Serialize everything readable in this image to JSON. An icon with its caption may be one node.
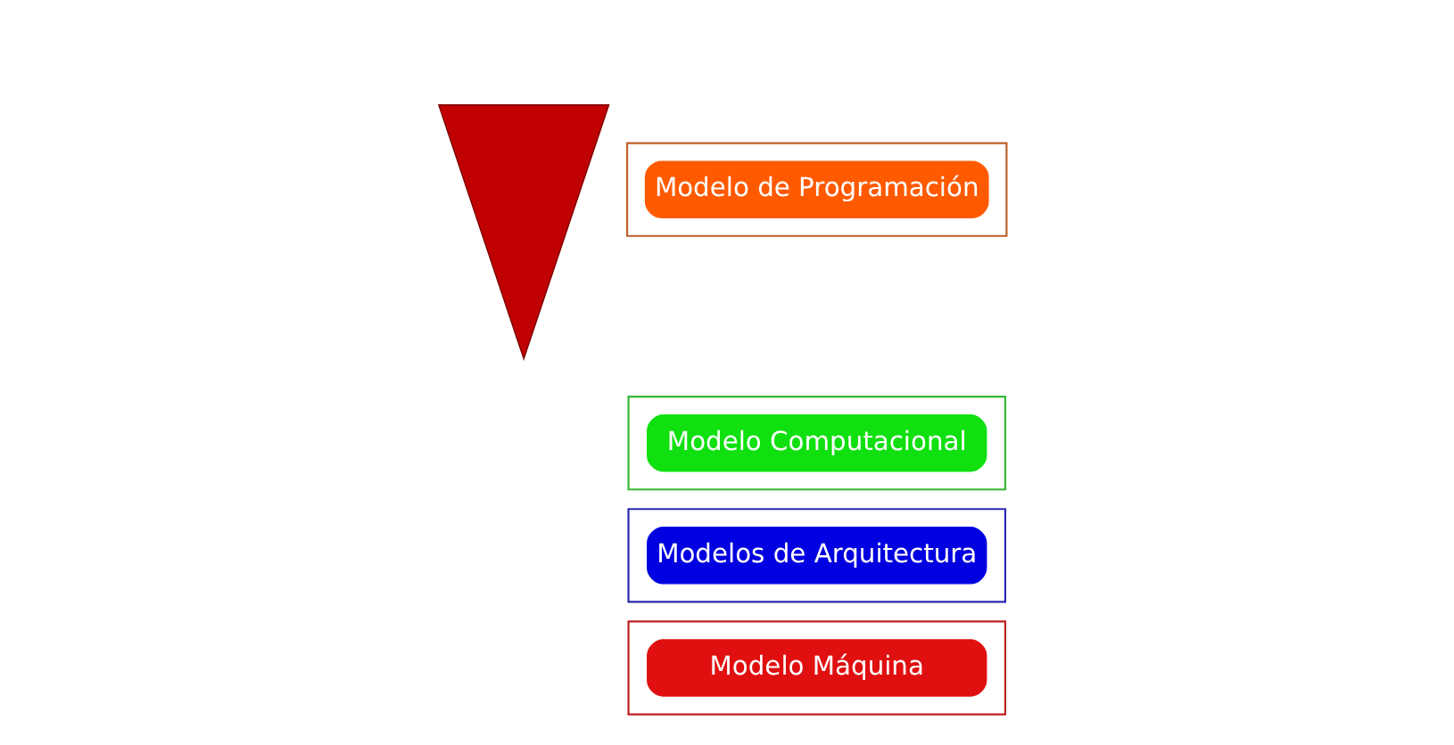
{
  "diagram": {
    "nodes": [
      {
        "text": [],
        "shape": "arrow"
      },
      {
        "text": [],
        "shape": "box"
      },
      {
        "text": [
          "Modelo de Programación"
        ],
        "in": 1
      },
      {
        "text": [],
        "shape": "box"
      },
      {
        "text": [
          "Modelo Computacional"
        ],
        "in": 3
      },
      {
        "text": [],
        "shape": "box"
      },
      {
        "text": [
          "Modelos de Arquitectura"
        ],
        "in": 5
      },
      {
        "text": [],
        "shape": "box"
      },
      {
        "text": [
          "Modelo Máquina"
        ],
        "in": 7
      }
    ],
    "edges": []
  }
}
